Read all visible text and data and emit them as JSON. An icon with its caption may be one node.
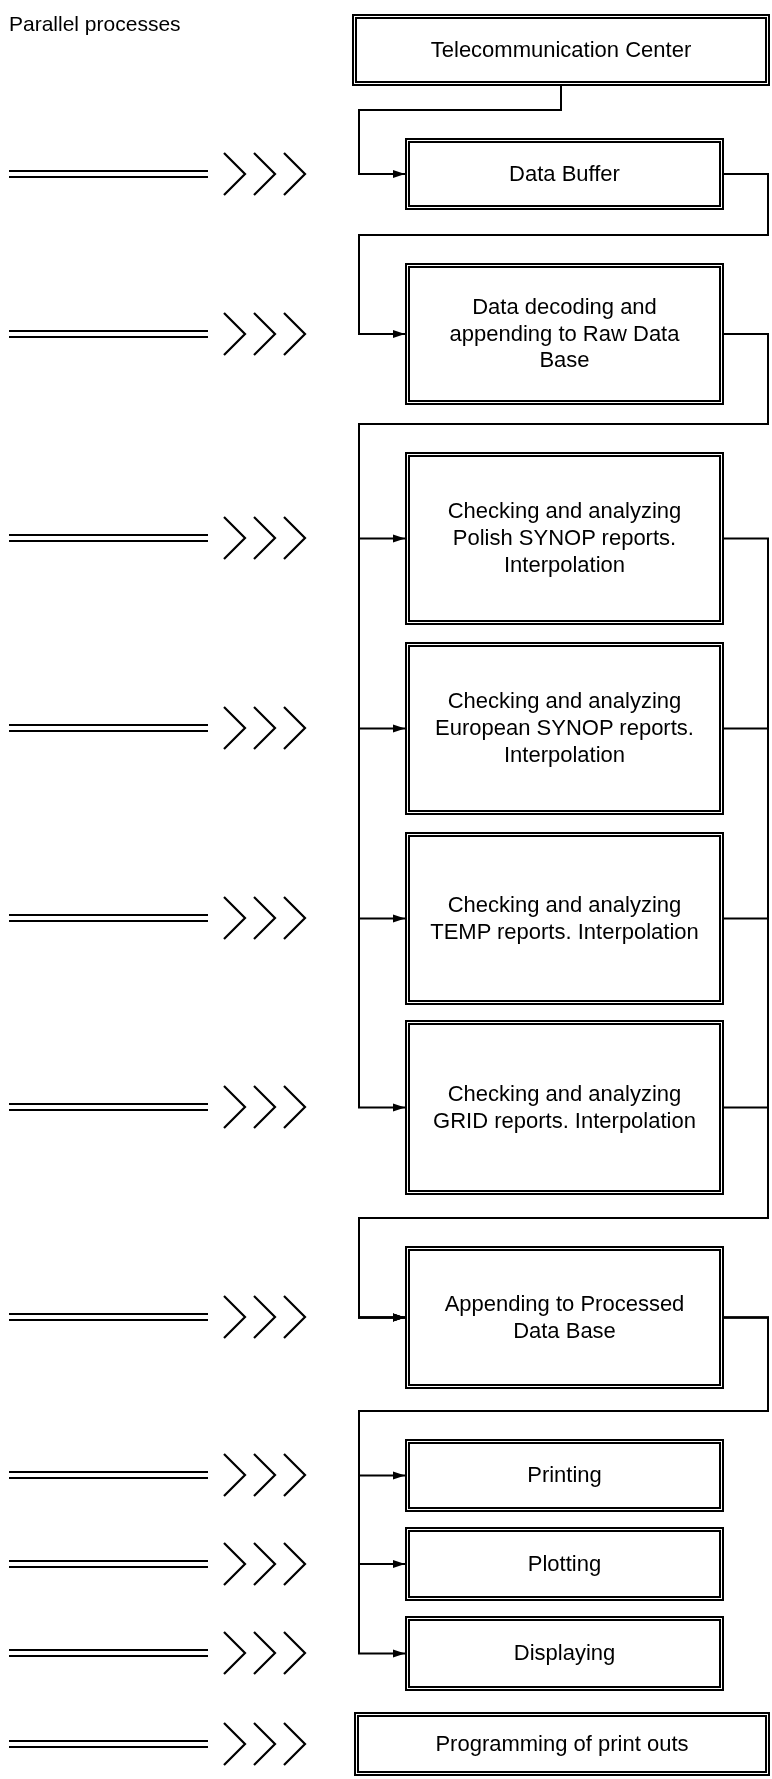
{
  "diagram": {
    "title": "Parallel processes",
    "nodes": [
      {
        "text": [
          "Telecommunication Center"
        ]
      },
      {
        "text": [
          "Data Buffer"
        ]
      },
      {
        "text": [
          "Data decoding and appending to Raw Data Base"
        ]
      },
      {
        "text": [
          "Checking and analyzing Polish SYNOP reports. Interpolation"
        ]
      },
      {
        "text": [
          "Checking and analyzing European SYNOP reports. Interpolation"
        ]
      },
      {
        "text": [
          "Checking and analyzing TEMP reports. Interpolation"
        ]
      },
      {
        "text": [
          "Checking and analyzing GRID reports. Interpolation"
        ]
      },
      {
        "text": [
          "Appending to Processed Data Base"
        ]
      },
      {
        "text": [
          "Printing"
        ]
      },
      {
        "text": [
          "Plotting"
        ]
      },
      {
        "text": [
          "Displaying"
        ]
      },
      {
        "text": [
          "Programming of print outs"
        ]
      }
    ],
    "edges": [
      {
        "from": 0,
        "to": 1,
        "arrow": "to"
      },
      {
        "from": 1,
        "to": 2,
        "arrow": "to"
      },
      {
        "from": 2,
        "to": 3,
        "arrow": "to"
      },
      {
        "from": 2,
        "to": 4,
        "arrow": "to"
      },
      {
        "from": 2,
        "to": 5,
        "arrow": "to"
      },
      {
        "from": 2,
        "to": 6,
        "arrow": "to"
      },
      {
        "from": 3,
        "to": 7,
        "arrow": "to"
      },
      {
        "from": 4,
        "to": 7,
        "arrow": "to"
      },
      {
        "from": 5,
        "to": 7,
        "arrow": "to"
      },
      {
        "from": 6,
        "to": 7,
        "arrow": "to"
      },
      {
        "from": 7,
        "to": 8,
        "arrow": "to"
      },
      {
        "from": 7,
        "to": 9,
        "arrow": "to"
      },
      {
        "from": 7,
        "to": 10,
        "arrow": "to"
      }
    ]
  }
}
